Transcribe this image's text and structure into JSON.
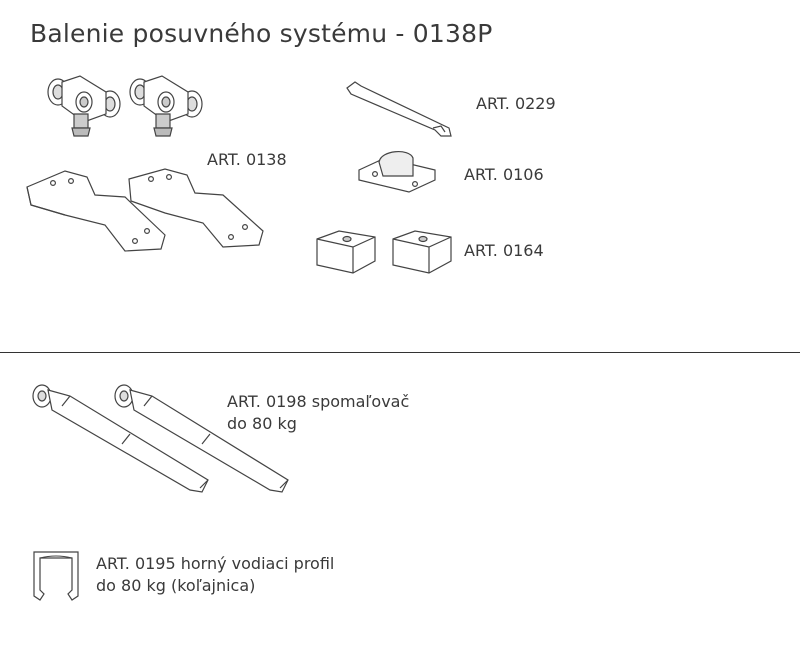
{
  "title": "Balenie posuvného systému - 0138P",
  "items": [
    {
      "label": "ART. 0138"
    },
    {
      "label": "ART. 0229"
    },
    {
      "label": "ART. 0106"
    },
    {
      "label": "ART. 0164"
    },
    {
      "line1": "ART. 0198 spomaľovač",
      "line2": "do 80 kg"
    },
    {
      "line1": "ART. 0195 horný vodiaci profil",
      "line2": "do 80 kg (koľajnica)"
    }
  ]
}
